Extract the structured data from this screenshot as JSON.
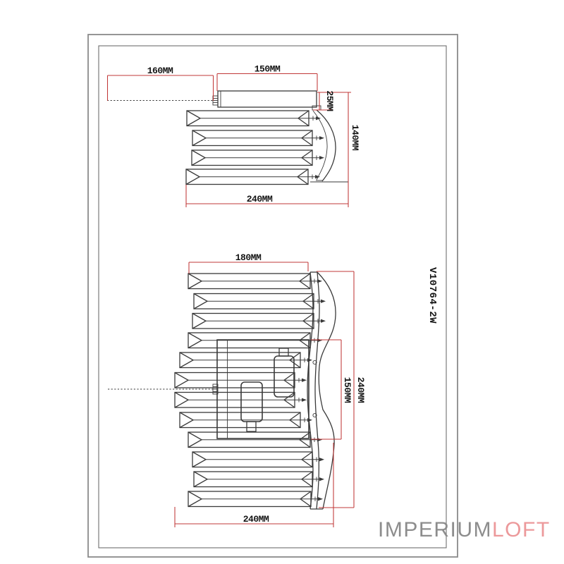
{
  "title_block": {
    "product_code": "V10764-2W"
  },
  "views": {
    "side": {
      "dim_arm": "160MM",
      "dim_housing_width": "150MM",
      "dim_housing_height": "25MM",
      "dim_body_height": "140MM",
      "dim_total_width": "240MM"
    },
    "front": {
      "dim_inner_width": "180MM",
      "dim_inner_height": "150MM",
      "dim_total_height": "240MM",
      "dim_total_width": "240MM"
    }
  },
  "branding": {
    "logo_primary": "IMPERIUM",
    "logo_accent": "LOFT"
  },
  "colors": {
    "dimension_red": "#c13838",
    "line_dark": "#3a3a3a",
    "border_gray": "#8a8a8a",
    "logo_gray": "#8d8d8d",
    "logo_salmon": "#ec999b"
  }
}
